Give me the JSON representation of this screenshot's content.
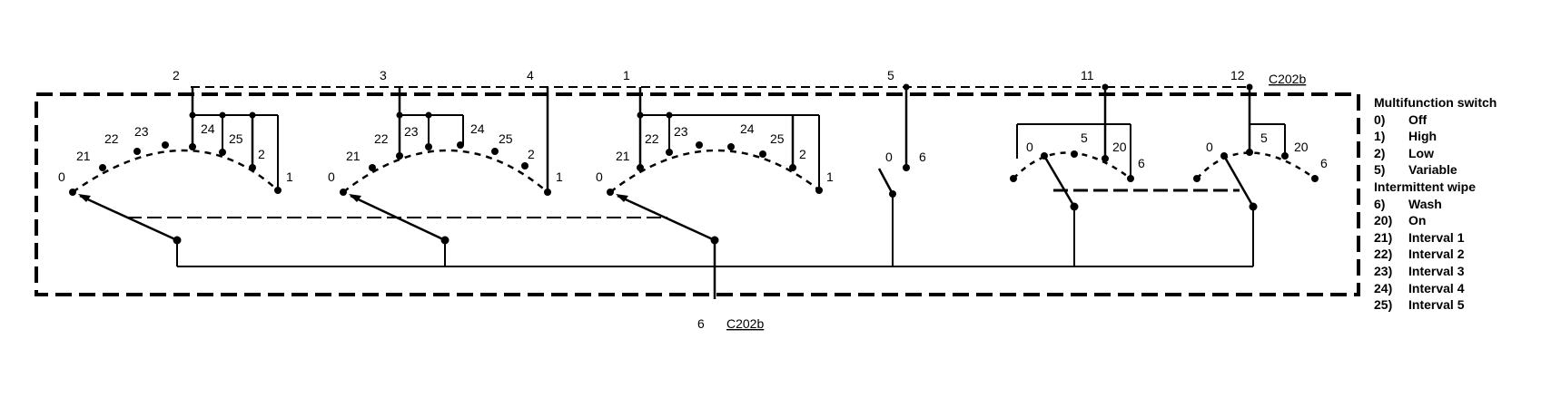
{
  "connector_top": "C202b",
  "connector_bottom": "C202b",
  "bottom_pin": "6",
  "switches": [
    {
      "pin": "2",
      "contacts": [
        "0",
        "21",
        "22",
        "23",
        "24",
        "25",
        "2",
        "1"
      ]
    },
    {
      "pin": "3",
      "contacts": [
        "0",
        "21",
        "22",
        "23",
        "24",
        "25",
        "2",
        "1"
      ]
    },
    {
      "pin": "4",
      "contacts": []
    },
    {
      "pin": "1",
      "contacts": [
        "0",
        "21",
        "22",
        "23",
        "24",
        "25",
        "2",
        "1"
      ]
    },
    {
      "pin": "5",
      "contacts": [
        "0",
        "6"
      ]
    },
    {
      "pin": "11",
      "contacts": [
        "0",
        "5",
        "20",
        "6"
      ]
    },
    {
      "pin": "12",
      "contacts": [
        "0",
        "5",
        "20",
        "6"
      ]
    }
  ],
  "legend": {
    "title": "Multifunction switch",
    "items": [
      {
        "code": "0)",
        "label": "Off"
      },
      {
        "code": "1)",
        "label": "High"
      },
      {
        "code": "2)",
        "label": "Low"
      },
      {
        "code": "5)",
        "label": "Variable"
      }
    ],
    "subtitle": "Intermittent wipe",
    "items2": [
      {
        "code": "6)",
        "label": "Wash"
      },
      {
        "code": "20)",
        "label": "On"
      },
      {
        "code": "21)",
        "label": "Interval 1"
      },
      {
        "code": "22)",
        "label": "Interval 2"
      },
      {
        "code": "23)",
        "label": "Interval 3"
      },
      {
        "code": "24)",
        "label": "Interval 4"
      },
      {
        "code": "25)",
        "label": "Interval 5"
      }
    ]
  }
}
